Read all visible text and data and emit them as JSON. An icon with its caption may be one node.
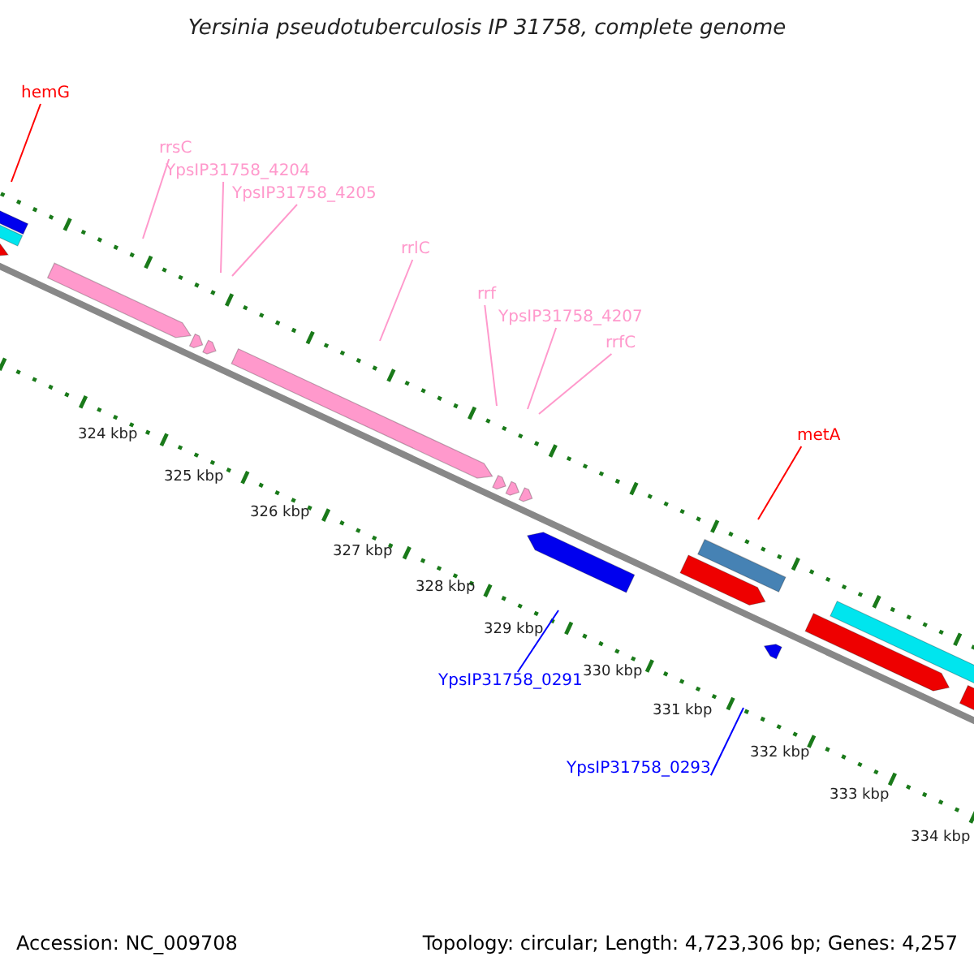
{
  "diagram": {
    "title": "Yersinia pseudotuberculosis IP 31758, complete genome",
    "nodes": [
      {
        "text": [
          "hemG"
        ]
      },
      {
        "text": [
          "rrsC"
        ]
      },
      {
        "text": [
          "YpsIP31758_4204"
        ]
      },
      {
        "text": [
          "YpsIP31758_4205"
        ]
      },
      {
        "text": [
          "rrlC"
        ]
      },
      {
        "text": [
          "rrf"
        ]
      },
      {
        "text": [
          "YpsIP31758_4207"
        ]
      },
      {
        "text": [
          "rrfC"
        ]
      },
      {
        "text": [
          "metA"
        ]
      },
      {
        "text": [
          "YpsIP31758_0291"
        ]
      },
      {
        "text": [
          "YpsIP31758_0293"
        ]
      }
    ],
    "edges": [
      {
        "from": 0,
        "to": null,
        "arrow": "none",
        "color": "#ff0000"
      },
      {
        "from": 1,
        "to": null,
        "arrow": "none"
      },
      {
        "from": 2,
        "to": null,
        "arrow": "none"
      },
      {
        "from": 3,
        "to": null,
        "arrow": "none"
      },
      {
        "from": 4,
        "to": null,
        "arrow": "none"
      },
      {
        "from": 5,
        "to": null,
        "arrow": "none"
      },
      {
        "from": 6,
        "to": null,
        "arrow": "none"
      },
      {
        "from": 7,
        "to": null,
        "arrow": "none"
      },
      {
        "from": 8,
        "to": null,
        "arrow": "none",
        "color": "#ff0000"
      },
      {
        "from": 9,
        "to": null,
        "arrow": "none",
        "color": "#0000ff"
      },
      {
        "from": 10,
        "to": null,
        "arrow": "none",
        "color": "#0000ff"
      }
    ],
    "labels": [
      "324 kbp",
      "325 kbp",
      "326 kbp",
      "327 kbp",
      "328 kbp",
      "329 kbp",
      "330 kbp",
      "331 kbp",
      "332 kbp",
      "333 kbp",
      "334 kbp",
      "Accession: NC_009708",
      "Topology: circular; Length: 4,723,306 bp; Genes: 4,257"
    ]
  }
}
